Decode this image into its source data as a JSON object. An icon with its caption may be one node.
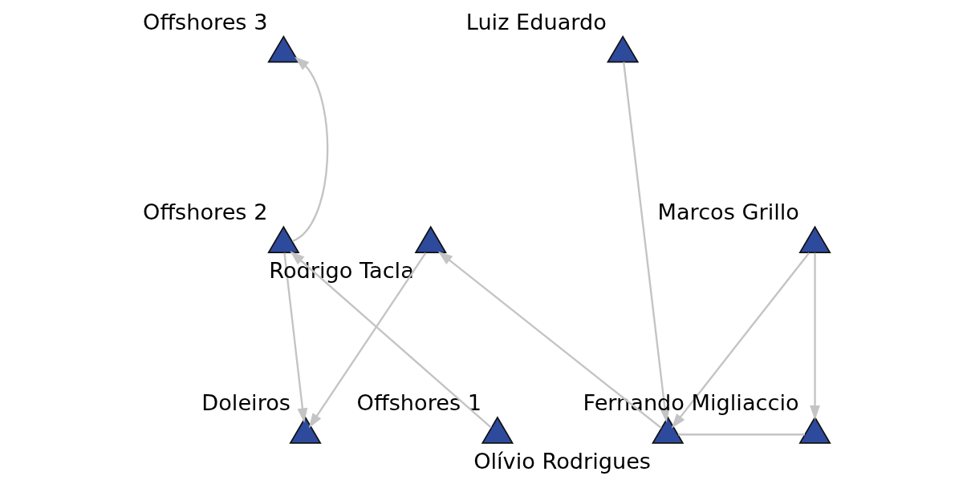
{
  "diagram": {
    "nodes": [
      {
        "text": [
          "Offshores 3"
        ]
      },
      {
        "text": [
          "Luiz Eduardo"
        ]
      },
      {
        "text": [
          "Offshores 2"
        ]
      },
      {
        "text": [
          "Rodrigo Tacla"
        ]
      },
      {
        "text": [
          "Marcos Grillo"
        ]
      },
      {
        "text": [
          "Offshores 1"
        ]
      },
      {
        "text": [
          "Doleiros"
        ]
      },
      {
        "text": [
          "Olívio Rodrigues"
        ]
      },
      {
        "text": [
          "Fernando Migliaccio"
        ]
      }
    ],
    "edges": [
      {
        "from": 5,
        "to": 2,
        "arrow": "to"
      },
      {
        "from": 2,
        "to": 0,
        "arrow": "to"
      },
      {
        "from": 2,
        "to": 6,
        "arrow": "to"
      },
      {
        "from": 3,
        "to": 6,
        "arrow": "to"
      },
      {
        "from": 7,
        "to": 3,
        "arrow": "to"
      },
      {
        "from": 1,
        "to": 7,
        "arrow": "to"
      },
      {
        "from": 4,
        "to": 7,
        "arrow": "to"
      },
      {
        "from": 4,
        "to": 8,
        "arrow": "to"
      },
      {
        "from": 7,
        "to": 8,
        "arrow": "none"
      }
    ]
  }
}
